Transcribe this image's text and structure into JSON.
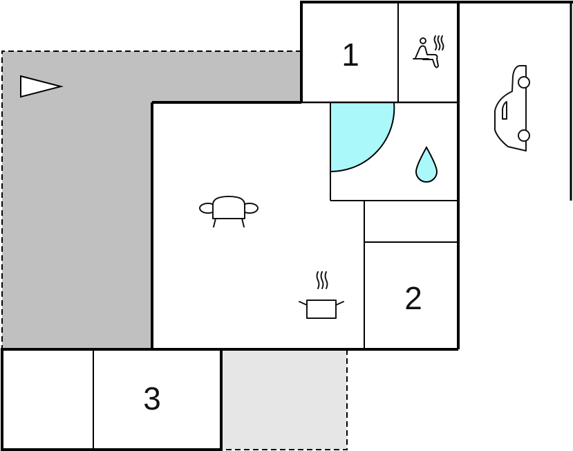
{
  "rooms": [
    {
      "label": "1"
    },
    {
      "label": "2"
    },
    {
      "label": "3"
    }
  ],
  "icons": [
    "north-arrow-icon",
    "sofa-icon",
    "cooking-pot-icon",
    "water-drop-icon",
    "sauna-icon",
    "car-icon",
    "shower-icon"
  ],
  "colors": {
    "terrace": "#c0c0c0",
    "patio": "#e6e6e6",
    "water": "#aaf8fa",
    "wall": "#000000"
  }
}
